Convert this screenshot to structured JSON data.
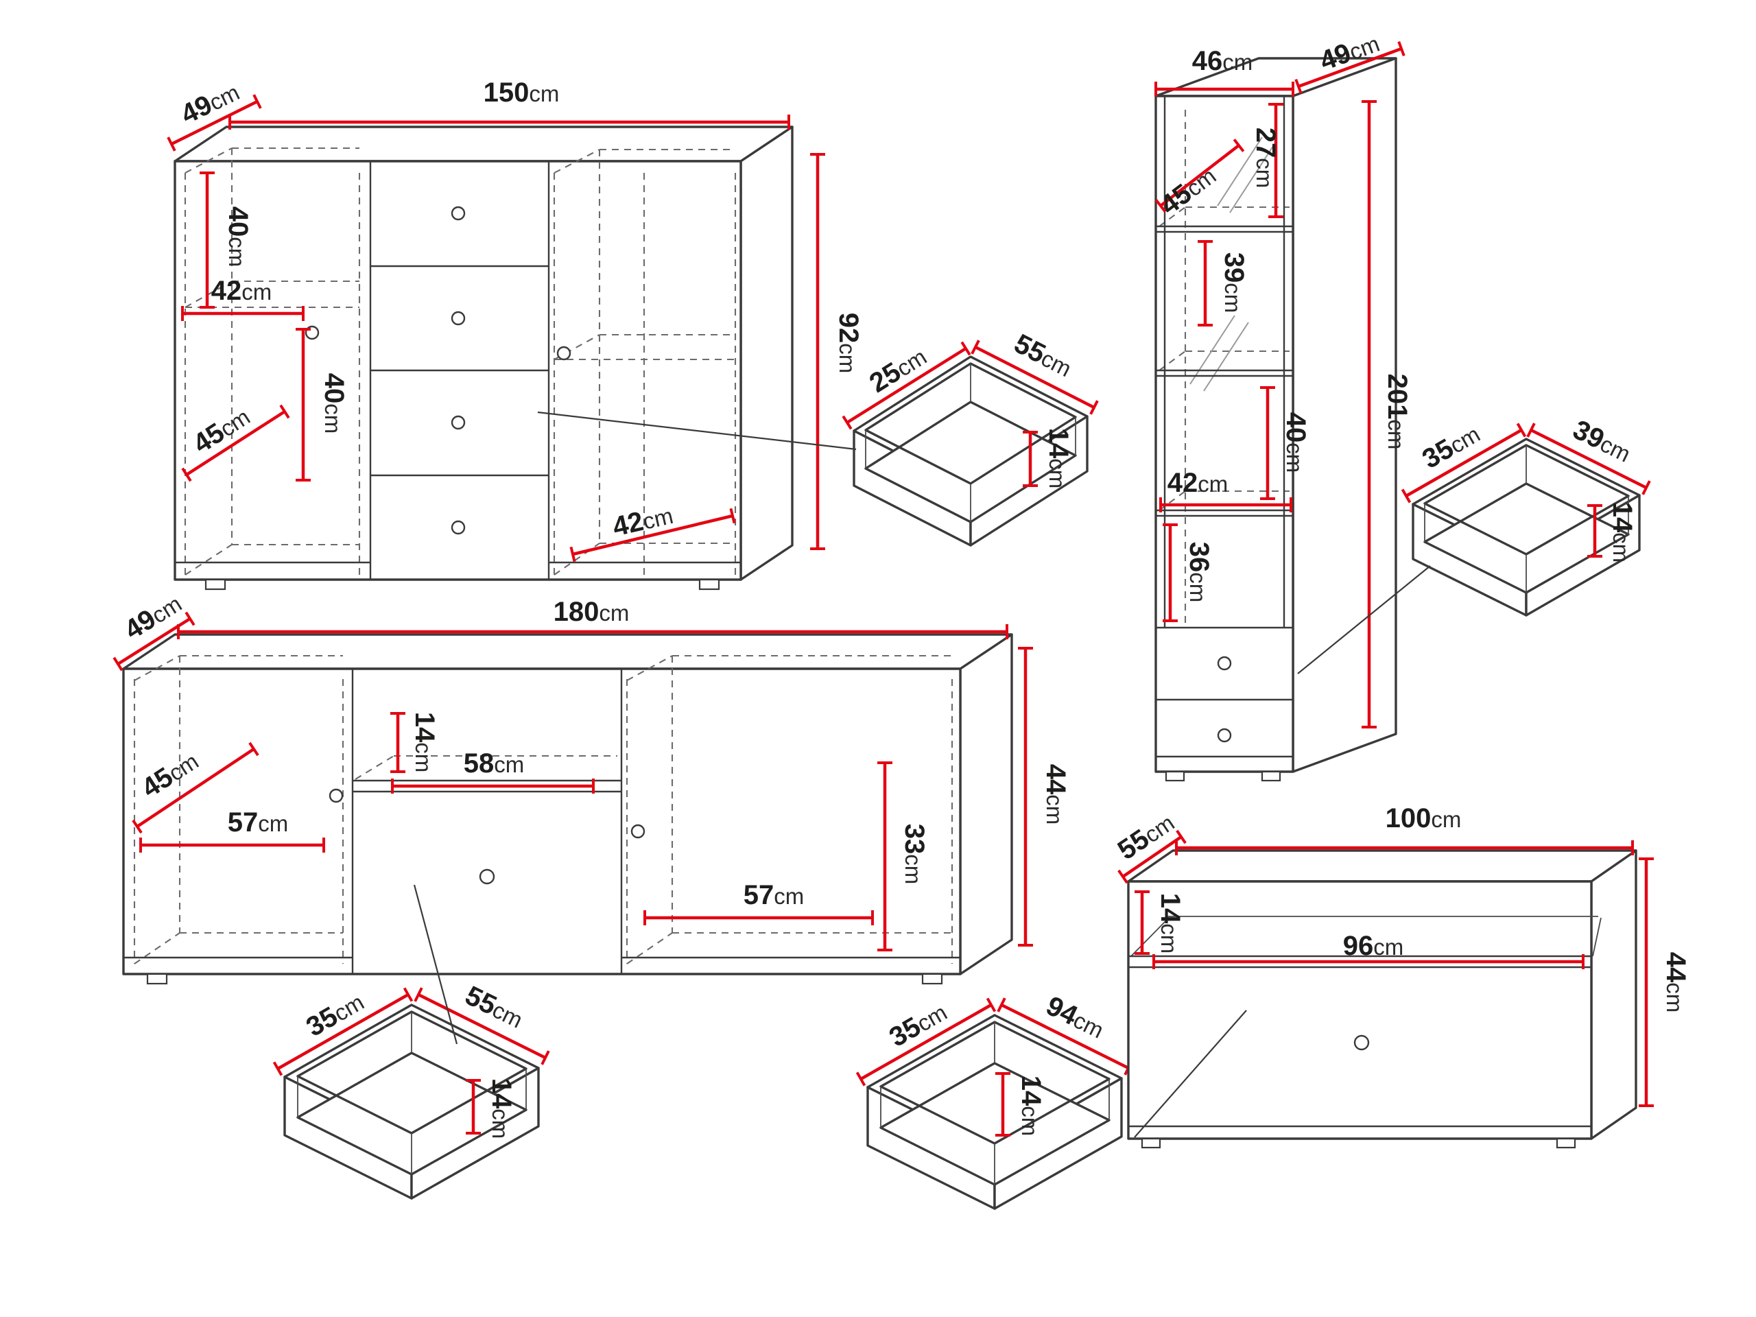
{
  "diagram": {
    "unit_default": "cm",
    "colors": {
      "dimension_line": "#e30613",
      "drawing_line": "#3a3a3a"
    }
  },
  "pieces": {
    "sideboard": {
      "label": "sideboard",
      "dims": {
        "depth": {
          "v": "49",
          "u": "cm"
        },
        "width": {
          "v": "150",
          "u": "cm"
        },
        "height": {
          "v": "92",
          "u": "cm"
        },
        "upper_left": {
          "v": "40",
          "u": "cm"
        },
        "shelf_left": {
          "v": "42",
          "u": "cm"
        },
        "lower_left": {
          "v": "40",
          "u": "cm"
        },
        "inner_depth": {
          "v": "45",
          "u": "cm"
        },
        "inner_right": {
          "v": "42",
          "u": "cm"
        }
      }
    },
    "drawer_a": {
      "label": "drawer",
      "dims": {
        "depth": {
          "v": "25",
          "u": "cm"
        },
        "width": {
          "v": "55",
          "u": "cm"
        },
        "height": {
          "v": "14",
          "u": "cm"
        }
      }
    },
    "tall_cabinet": {
      "label": "tall-cabinet",
      "dims": {
        "width": {
          "v": "46",
          "u": "cm"
        },
        "depth": {
          "v": "49",
          "u": "cm"
        },
        "height": {
          "v": "201",
          "u": "cm"
        },
        "c1": {
          "v": "27",
          "u": "cm"
        },
        "inner_depth": {
          "v": "45",
          "u": "cm"
        },
        "c2": {
          "v": "39",
          "u": "cm"
        },
        "c3": {
          "v": "40",
          "u": "cm"
        },
        "shelf": {
          "v": "42",
          "u": "cm"
        },
        "c4": {
          "v": "36",
          "u": "cm"
        }
      }
    },
    "drawer_b": {
      "label": "drawer",
      "dims": {
        "depth": {
          "v": "35",
          "u": "cm"
        },
        "width": {
          "v": "39",
          "u": "cm"
        },
        "height": {
          "v": "14",
          "u": "cm"
        }
      }
    },
    "tv_stand": {
      "label": "tv-stand",
      "dims": {
        "depth": {
          "v": "49",
          "u": "cm"
        },
        "width": {
          "v": "180",
          "u": "cm"
        },
        "height": {
          "v": "44",
          "u": "cm"
        },
        "inner_depth": {
          "v": "45",
          "u": "cm"
        },
        "left_width": {
          "v": "57",
          "u": "cm"
        },
        "niche_height": {
          "v": "14",
          "u": "cm"
        },
        "niche_width": {
          "v": "58",
          "u": "cm"
        },
        "right_height": {
          "v": "33",
          "u": "cm"
        },
        "right_width": {
          "v": "57",
          "u": "cm"
        }
      }
    },
    "drawer_c": {
      "label": "drawer",
      "dims": {
        "depth": {
          "v": "35",
          "u": "cm"
        },
        "width": {
          "v": "55",
          "u": "cm"
        },
        "height": {
          "v": "14",
          "u": "cm"
        }
      }
    },
    "drawer_d": {
      "label": "drawer",
      "dims": {
        "depth": {
          "v": "35",
          "u": "cm"
        },
        "width": {
          "v": "94",
          "u": "cm"
        },
        "height": {
          "v": "14",
          "u": "cm"
        }
      }
    },
    "low_cabinet": {
      "label": "low-cabinet",
      "dims": {
        "depth": {
          "v": "55",
          "u": "cm"
        },
        "width": {
          "v": "100",
          "u": "cm"
        },
        "niche_height": {
          "v": "14",
          "u": "cm"
        },
        "inner_width": {
          "v": "96",
          "u": "cm"
        },
        "height": {
          "v": "44",
          "u": "cm"
        }
      }
    }
  }
}
